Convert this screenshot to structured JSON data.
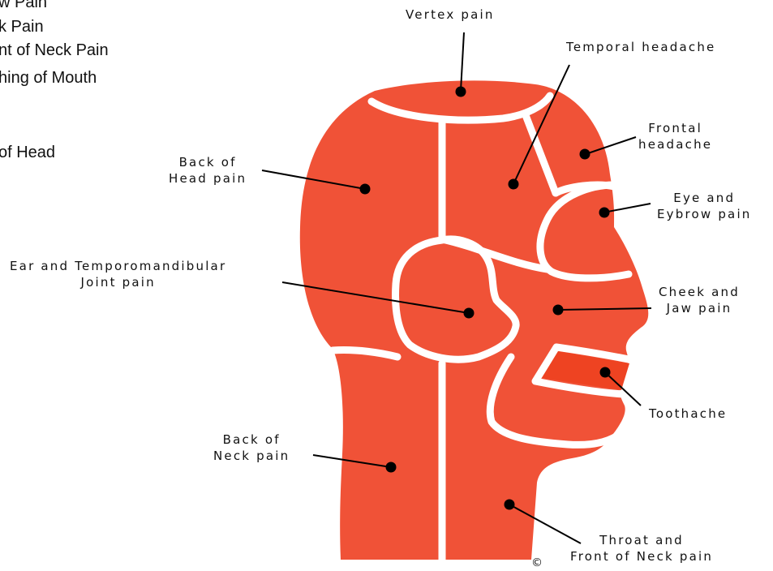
{
  "cutoff_text": [
    "w Pain",
    "k Pain",
    "nt of Neck Pain",
    "hing of Mouth",
    "of Head"
  ],
  "labels": {
    "vertex": "Vertex pain",
    "temporal": "Temporal headache",
    "frontal": [
      "Frontal",
      "headache"
    ],
    "back_head": [
      "Back of",
      "Head pain"
    ],
    "eye": [
      "Eye and",
      "Eybrow pain"
    ],
    "ear": [
      "Ear and Temporomandibular",
      "Joint pain"
    ],
    "cheek": [
      "Cheek and",
      "Jaw pain"
    ],
    "tooth": "Toothache",
    "back_neck": [
      "Back of",
      "Neck pain"
    ],
    "throat": [
      "Throat and",
      "Front of Neck pain"
    ]
  },
  "copyright": "©",
  "colors": {
    "region": "#F05237",
    "region_dark": "#EE4322",
    "outline": "#FFFFFF",
    "marker": "#000000"
  }
}
